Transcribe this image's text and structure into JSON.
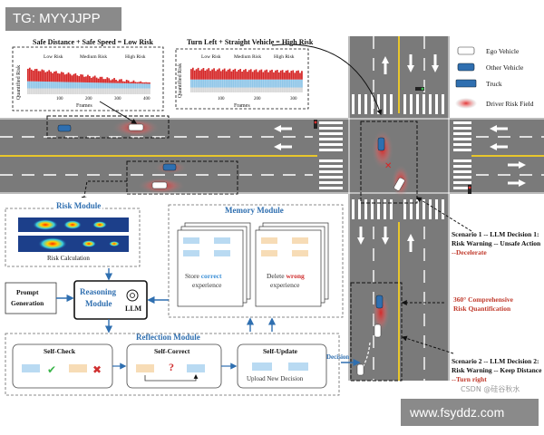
{
  "watermarks": {
    "top_tag": "TG: MYYJJPP",
    "bottom_tag": "www.fsyddz.com",
    "csdn": "CSDN @硅谷秋水"
  },
  "charts": {
    "left": {
      "title": "Safe Distance + Safe Speed = Low Risk",
      "legend": [
        "Low Risk",
        "Medium Risk",
        "High Risk"
      ],
      "ylabel": "Quantified Risk",
      "xlabel": "Frames",
      "xticks": [
        "100",
        "200",
        "300",
        "400"
      ]
    },
    "right": {
      "title": "Turn Left + Straight Vehicle = High Risk",
      "legend": [
        "Low Risk",
        "Medium Risk",
        "High Risk"
      ],
      "ylabel": "Quantified Risk",
      "xlabel": "Frames",
      "xticks": [
        "100",
        "200",
        "300"
      ]
    }
  },
  "legend": {
    "items": [
      {
        "label": "Ego Vehicle",
        "icon": "ego-vehicle-icon"
      },
      {
        "label": "Other Vehicle",
        "icon": "other-vehicle-icon"
      },
      {
        "label": "Truck",
        "icon": "truck-icon"
      },
      {
        "label": "Driver Risk Field",
        "icon": "risk-field-icon"
      }
    ]
  },
  "modules": {
    "risk": {
      "title": "Risk Module",
      "caption": "Risk Calculation"
    },
    "memory": {
      "title": "Memory Module",
      "store_pre": "Store ",
      "store_hl": "correct",
      "store_post": "experience",
      "delete_pre": "Delete ",
      "delete_hl": "wrong",
      "delete_post": "experience"
    },
    "prompt": {
      "line1": "Prompt",
      "line2": "Generation"
    },
    "reasoning": {
      "line1": "Reasoning",
      "line2": "Module",
      "llm": "LLM"
    },
    "reflection": {
      "title": "Reflection Module",
      "self_check": "Self-Check",
      "self_correct": "Self-Correct",
      "self_update": "Self-Update",
      "upload": "Upload New Decision",
      "decision": "Decision",
      "question_mark": "?"
    }
  },
  "scenarios": {
    "s1": {
      "line1": "Scenario 1 -- LLM Decision 1:",
      "line2": "Risk Warning -- Unsafe Action",
      "line3": "--Decelerate"
    },
    "comprehensive": {
      "line1": "360° Comprehensive",
      "line2": "Risk Quantification"
    },
    "s2": {
      "line1": "Scenario 2 -- LLM Decision 2:",
      "line2": "Risk Warning -- Keep Distance",
      "line3": "--Turn right"
    }
  },
  "colors": {
    "road": "#7a7a7a",
    "low_risk": "#d8d8d8",
    "medium_risk": "#8fc6e8",
    "high_risk": "#d62828",
    "accent_blue": "#2f6fb0",
    "accent_red": "#c0392b",
    "correct_blue": "#3b8fd6",
    "wrong_red": "#d03030"
  }
}
